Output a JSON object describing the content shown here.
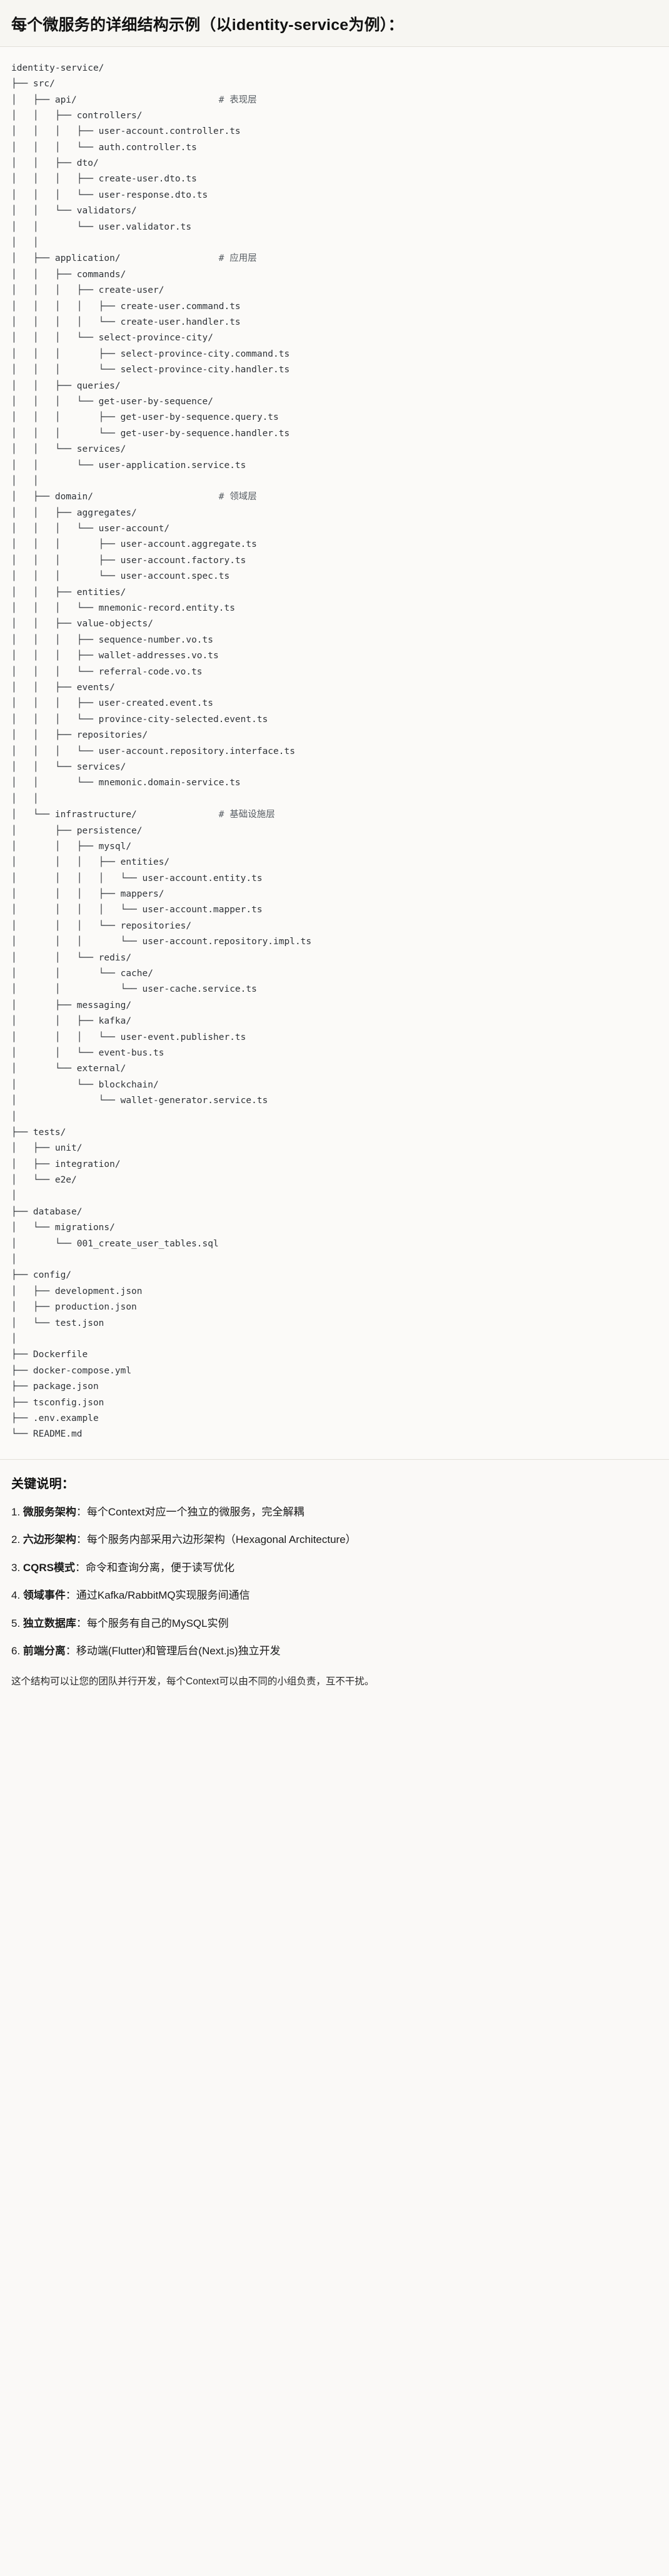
{
  "header": {
    "title": "每个微服务的详细结构示例（以identity-service为例）："
  },
  "tree": {
    "root_label": "identity-service/",
    "lines": [
      "identity-service/",
      "├── src/",
      "│   ├── api/                          # 表现层",
      "│   │   ├── controllers/",
      "│   │   │   ├── user-account.controller.ts",
      "│   │   │   └── auth.controller.ts",
      "│   │   ├── dto/",
      "│   │   │   ├── create-user.dto.ts",
      "│   │   │   └── user-response.dto.ts",
      "│   │   └── validators/",
      "│   │       └── user.validator.ts",
      "│   │",
      "│   ├── application/                  # 应用层",
      "│   │   ├── commands/",
      "│   │   │   ├── create-user/",
      "│   │   │   │   ├── create-user.command.ts",
      "│   │   │   │   └── create-user.handler.ts",
      "│   │   │   └── select-province-city/",
      "│   │   │       ├── select-province-city.command.ts",
      "│   │   │       └── select-province-city.handler.ts",
      "│   │   ├── queries/",
      "│   │   │   └── get-user-by-sequence/",
      "│   │   │       ├── get-user-by-sequence.query.ts",
      "│   │   │       └── get-user-by-sequence.handler.ts",
      "│   │   └── services/",
      "│   │       └── user-application.service.ts",
      "│   │",
      "│   ├── domain/                       # 领域层",
      "│   │   ├── aggregates/",
      "│   │   │   └── user-account/",
      "│   │   │       ├── user-account.aggregate.ts",
      "│   │   │       ├── user-account.factory.ts",
      "│   │   │       └── user-account.spec.ts",
      "│   │   ├── entities/",
      "│   │   │   └── mnemonic-record.entity.ts",
      "│   │   ├── value-objects/",
      "│   │   │   ├── sequence-number.vo.ts",
      "│   │   │   ├── wallet-addresses.vo.ts",
      "│   │   │   └── referral-code.vo.ts",
      "│   │   ├── events/",
      "│   │   │   ├── user-created.event.ts",
      "│   │   │   └── province-city-selected.event.ts",
      "│   │   ├── repositories/",
      "│   │   │   └── user-account.repository.interface.ts",
      "│   │   └── services/",
      "│   │       └── mnemonic.domain-service.ts",
      "│   │",
      "│   └── infrastructure/               # 基础设施层",
      "│       ├── persistence/",
      "│       │   ├── mysql/",
      "│       │   │   ├── entities/",
      "│       │   │   │   └── user-account.entity.ts",
      "│       │   │   ├── mappers/",
      "│       │   │   │   └── user-account.mapper.ts",
      "│       │   │   └── repositories/",
      "│       │   │       └── user-account.repository.impl.ts",
      "│       │   └── redis/",
      "│       │       └── cache/",
      "│       │           └── user-cache.service.ts",
      "│       ├── messaging/",
      "│       │   ├── kafka/",
      "│       │   │   └── user-event.publisher.ts",
      "│       │   └── event-bus.ts",
      "│       └── external/",
      "│           └── blockchain/",
      "│               └── wallet-generator.service.ts",
      "│",
      "├── tests/",
      "│   ├── unit/",
      "│   ├── integration/",
      "│   └── e2e/",
      "│",
      "├── database/",
      "│   └── migrations/",
      "│       └── 001_create_user_tables.sql",
      "│",
      "├── config/",
      "│   ├── development.json",
      "│   ├── production.json",
      "│   └── test.json",
      "│",
      "├── Dockerfile",
      "├── docker-compose.yml",
      "├── package.json",
      "├── tsconfig.json",
      "├── .env.example",
      "└── README.md"
    ],
    "layer_comments": [
      "# 表现层",
      "# 应用层",
      "# 领域层",
      "# 基础设施层"
    ]
  },
  "notes": {
    "heading": "关键说明：",
    "items": [
      {
        "num": "1.",
        "term": "微服务架构",
        "colon": "：",
        "desc": "每个Context对应一个独立的微服务，完全解耦"
      },
      {
        "num": "2.",
        "term": "六边形架构",
        "colon": "：",
        "desc": "每个服务内部采用六边形架构（Hexagonal Architecture）"
      },
      {
        "num": "3.",
        "term": "CQRS模式",
        "colon": "：",
        "desc": "命令和查询分离，便于读写优化"
      },
      {
        "num": "4.",
        "term": "领域事件",
        "colon": "：",
        "desc": "通过Kafka/RabbitMQ实现服务间通信"
      },
      {
        "num": "5.",
        "term": "独立数据库",
        "colon": "：",
        "desc": "每个服务有自己的MySQL实例"
      },
      {
        "num": "6.",
        "term": "前端分离",
        "colon": "：",
        "desc": "移动端(Flutter)和管理后台(Next.js)独立开发"
      }
    ],
    "closing": "这个结构可以让您的团队并行开发，每个Context可以由不同的小组负责，互不干扰。"
  },
  "colors": {
    "page_bg": "#faf9f7",
    "header_bg": "#f7f6f2",
    "code_bg": "#fbfaf8",
    "border": "#e3e0da",
    "text": "#1a1a1a",
    "code_text": "#2f3338",
    "comment_text": "#575d63"
  }
}
